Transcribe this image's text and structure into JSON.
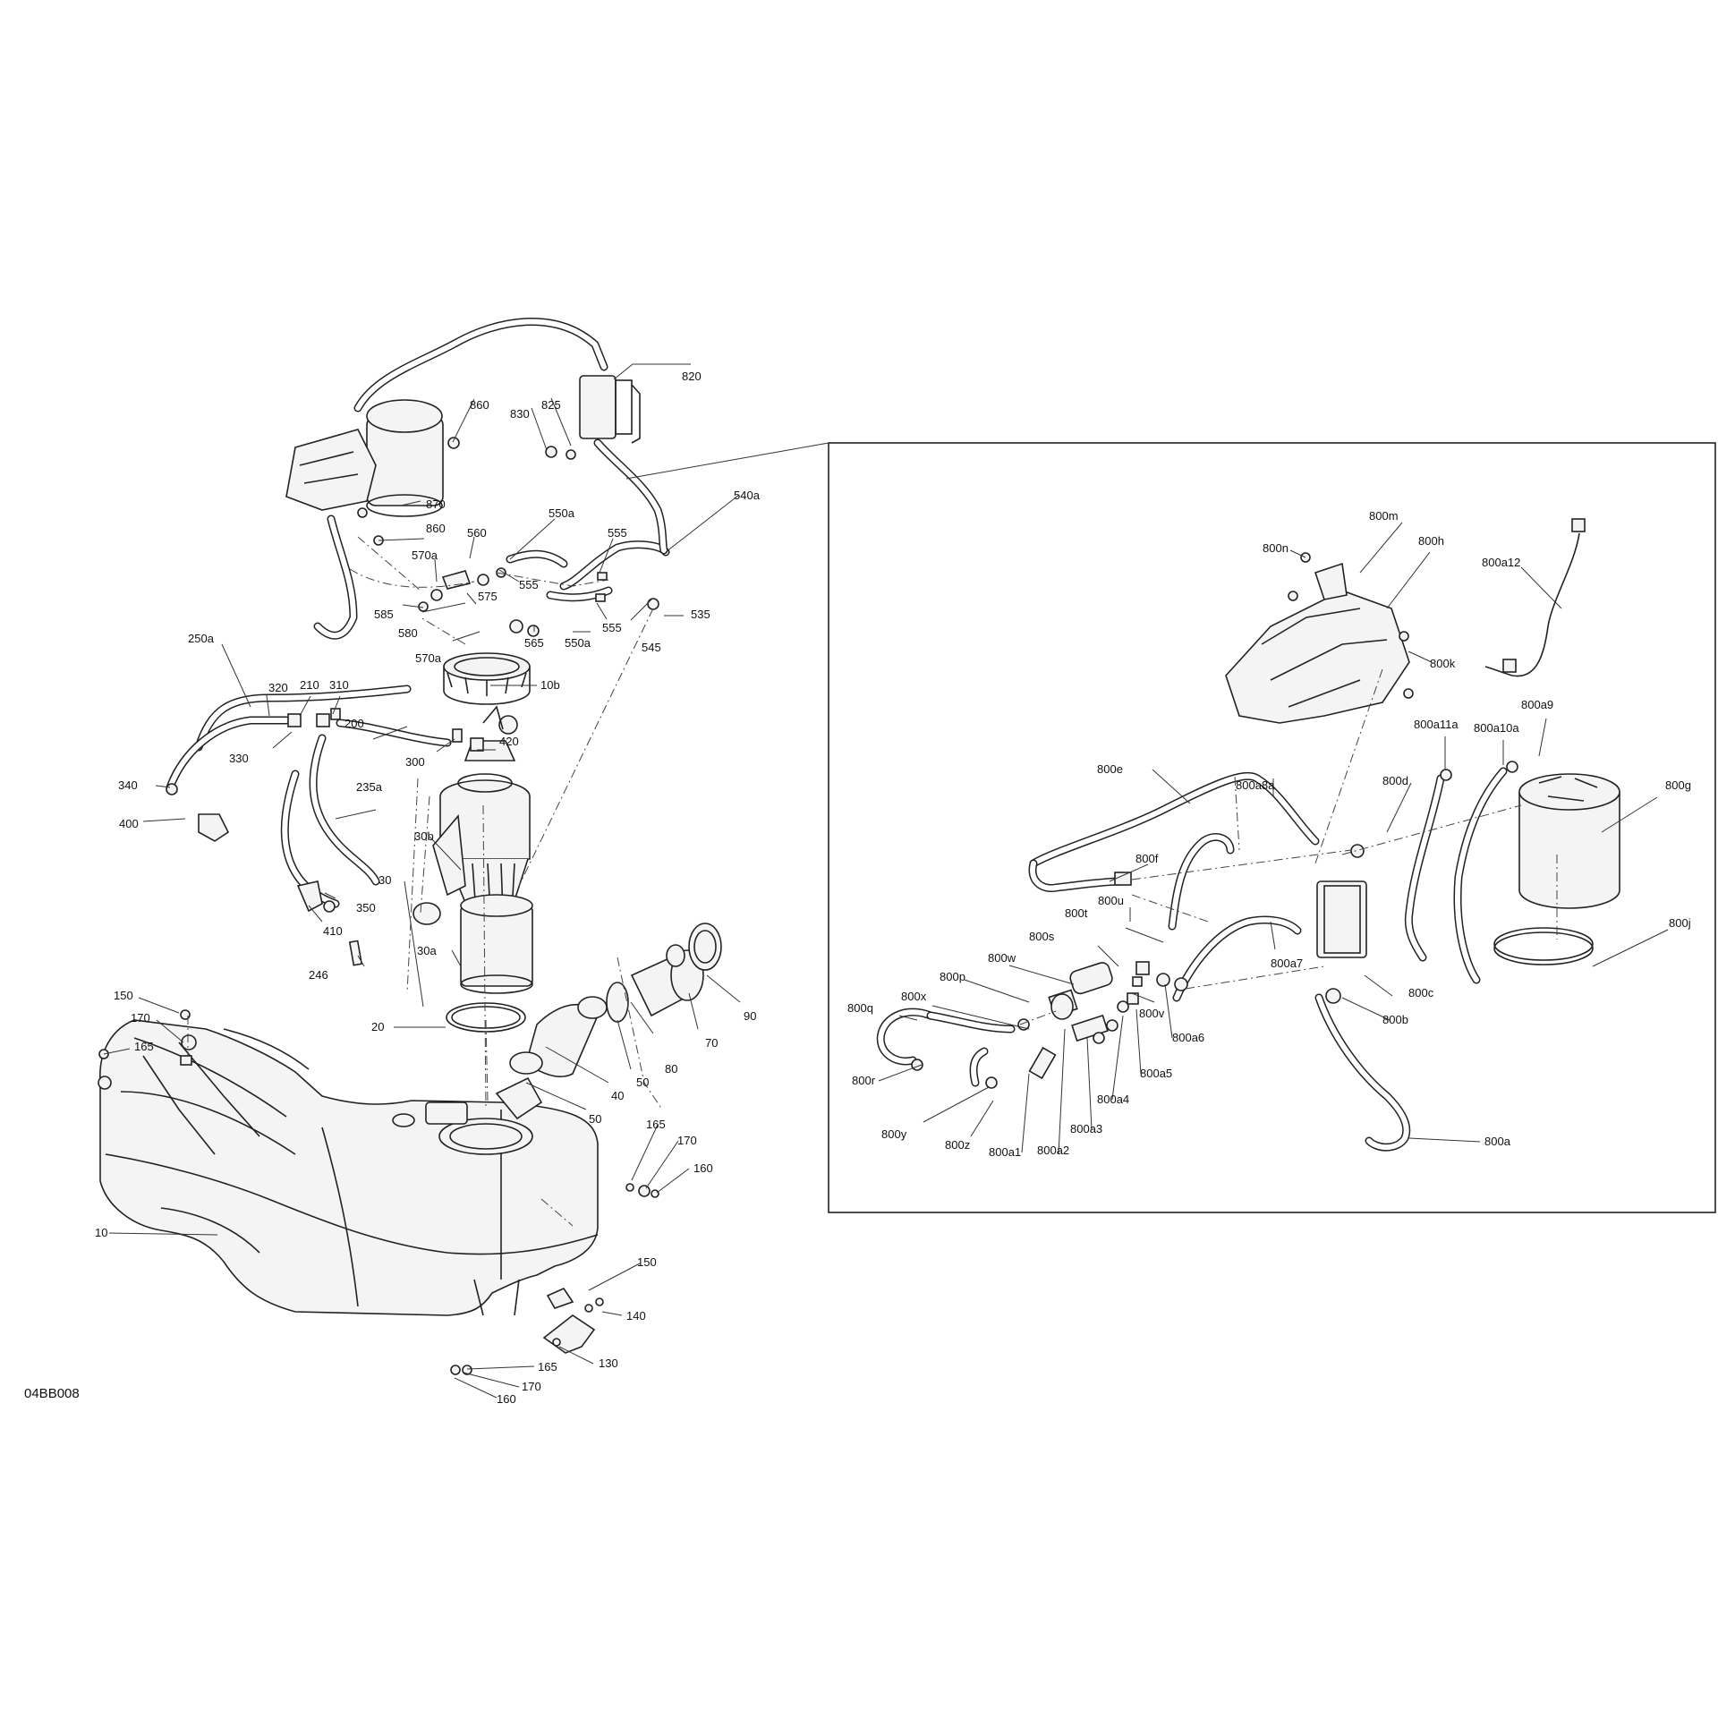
{
  "diagram_code": "04BB008",
  "callouts": [
    {
      "id": "820",
      "text": "820"
    },
    {
      "id": "825",
      "text": "825"
    },
    {
      "id": "830",
      "text": "830"
    },
    {
      "id": "860a",
      "text": "860"
    },
    {
      "id": "860b",
      "text": "860"
    },
    {
      "id": "870",
      "text": "870"
    },
    {
      "id": "540a",
      "text": "540a"
    },
    {
      "id": "550a_t",
      "text": "550a"
    },
    {
      "id": "560",
      "text": "560"
    },
    {
      "id": "555_t",
      "text": "555"
    },
    {
      "id": "570a_t",
      "text": "570a"
    },
    {
      "id": "555_m",
      "text": "555"
    },
    {
      "id": "575",
      "text": "575"
    },
    {
      "id": "585",
      "text": "585"
    },
    {
      "id": "580",
      "text": "580"
    },
    {
      "id": "535",
      "text": "535"
    },
    {
      "id": "565",
      "text": "565"
    },
    {
      "id": "550a_b",
      "text": "550a"
    },
    {
      "id": "555_b",
      "text": "555"
    },
    {
      "id": "570a_b",
      "text": "570a"
    },
    {
      "id": "545",
      "text": "545"
    },
    {
      "id": "250a",
      "text": "250a"
    },
    {
      "id": "320",
      "text": "320"
    },
    {
      "id": "210",
      "text": "210"
    },
    {
      "id": "310",
      "text": "310"
    },
    {
      "id": "10b",
      "text": "10b"
    },
    {
      "id": "200",
      "text": "200"
    },
    {
      "id": "330",
      "text": "330"
    },
    {
      "id": "300",
      "text": "300"
    },
    {
      "id": "420",
      "text": "420"
    },
    {
      "id": "340",
      "text": "340"
    },
    {
      "id": "400",
      "text": "400"
    },
    {
      "id": "235a",
      "text": "235a"
    },
    {
      "id": "30b",
      "text": "30b"
    },
    {
      "id": "30",
      "text": "30"
    },
    {
      "id": "350",
      "text": "350"
    },
    {
      "id": "410",
      "text": "410"
    },
    {
      "id": "30a",
      "text": "30a"
    },
    {
      "id": "246",
      "text": "246"
    },
    {
      "id": "90",
      "text": "90"
    },
    {
      "id": "70",
      "text": "70"
    },
    {
      "id": "150_t",
      "text": "150"
    },
    {
      "id": "170_t",
      "text": "170"
    },
    {
      "id": "165_t",
      "text": "165"
    },
    {
      "id": "20",
      "text": "20"
    },
    {
      "id": "80",
      "text": "80"
    },
    {
      "id": "50_a",
      "text": "50"
    },
    {
      "id": "40",
      "text": "40"
    },
    {
      "id": "50_b",
      "text": "50"
    },
    {
      "id": "165_r",
      "text": "165"
    },
    {
      "id": "170_r",
      "text": "170"
    },
    {
      "id": "160_r",
      "text": "160"
    },
    {
      "id": "10",
      "text": "10"
    },
    {
      "id": "150_b",
      "text": "150"
    },
    {
      "id": "140",
      "text": "140"
    },
    {
      "id": "130",
      "text": "130"
    },
    {
      "id": "165_b",
      "text": "165"
    },
    {
      "id": "170_b",
      "text": "170"
    },
    {
      "id": "160_b",
      "text": "160"
    },
    {
      "id": "800m",
      "text": "800m"
    },
    {
      "id": "800n",
      "text": "800n"
    },
    {
      "id": "800h",
      "text": "800h"
    },
    {
      "id": "800a12",
      "text": "800a12"
    },
    {
      "id": "800k",
      "text": "800k"
    },
    {
      "id": "800a9",
      "text": "800a9"
    },
    {
      "id": "800a11a",
      "text": "800a11a"
    },
    {
      "id": "800a10a",
      "text": "800a10a"
    },
    {
      "id": "800e",
      "text": "800e"
    },
    {
      "id": "800a8a",
      "text": "800a8a"
    },
    {
      "id": "800d",
      "text": "800d"
    },
    {
      "id": "800g",
      "text": "800g"
    },
    {
      "id": "800f",
      "text": "800f"
    },
    {
      "id": "800u",
      "text": "800u"
    },
    {
      "id": "800t",
      "text": "800t"
    },
    {
      "id": "800j",
      "text": "800j"
    },
    {
      "id": "800s",
      "text": "800s"
    },
    {
      "id": "800a7",
      "text": "800a7"
    },
    {
      "id": "800w",
      "text": "800w"
    },
    {
      "id": "800c",
      "text": "800c"
    },
    {
      "id": "800p",
      "text": "800p"
    },
    {
      "id": "800x",
      "text": "800x"
    },
    {
      "id": "800v",
      "text": "800v"
    },
    {
      "id": "800a6",
      "text": "800a6"
    },
    {
      "id": "800q",
      "text": "800q"
    },
    {
      "id": "800b",
      "text": "800b"
    },
    {
      "id": "800a5",
      "text": "800a5"
    },
    {
      "id": "800a4",
      "text": "800a4"
    },
    {
      "id": "800r",
      "text": "800r"
    },
    {
      "id": "800y",
      "text": "800y"
    },
    {
      "id": "800z",
      "text": "800z"
    },
    {
      "id": "800a3",
      "text": "800a3"
    },
    {
      "id": "800a1",
      "text": "800a1"
    },
    {
      "id": "800a2",
      "text": "800a2"
    },
    {
      "id": "800a",
      "text": "800a"
    }
  ]
}
